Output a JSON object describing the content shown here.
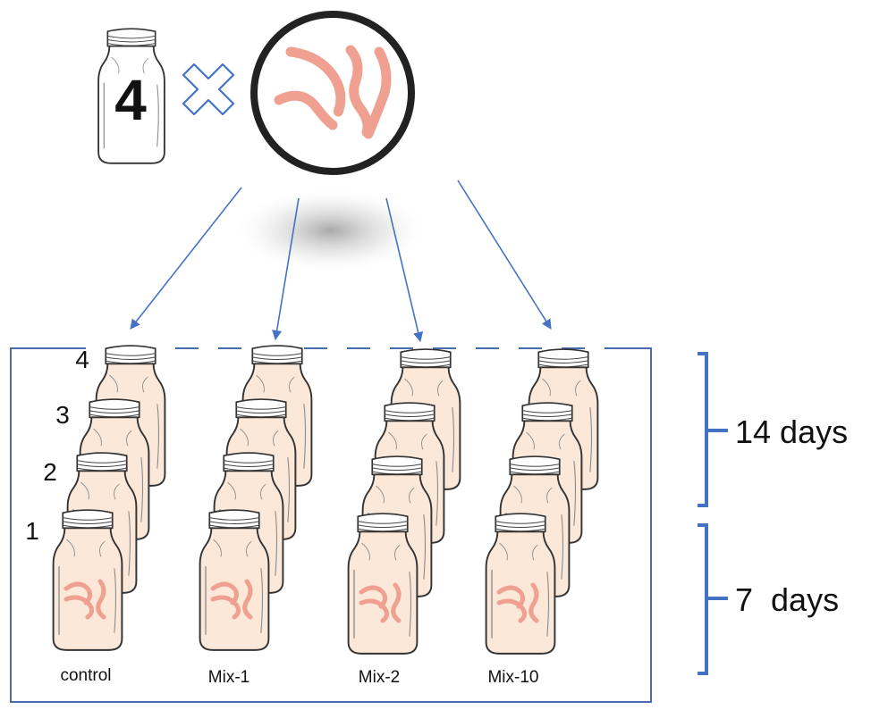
{
  "header": {
    "jar_count": "4"
  },
  "groups": [
    {
      "label": "control"
    },
    {
      "label": "Mix-1"
    },
    {
      "label": "Mix-2"
    },
    {
      "label": "Mix-10"
    }
  ],
  "replicates": [
    "1",
    "2",
    "3",
    "4"
  ],
  "durations": {
    "long": "14 days",
    "short": "7  days"
  },
  "colors": {
    "arrow": "#4472c4",
    "bracket": "#4472c4",
    "frame": "#4a6bb0",
    "worm": "#f0a090",
    "jar_fill": "#fbe8d8",
    "circle_stroke": "#222222"
  }
}
